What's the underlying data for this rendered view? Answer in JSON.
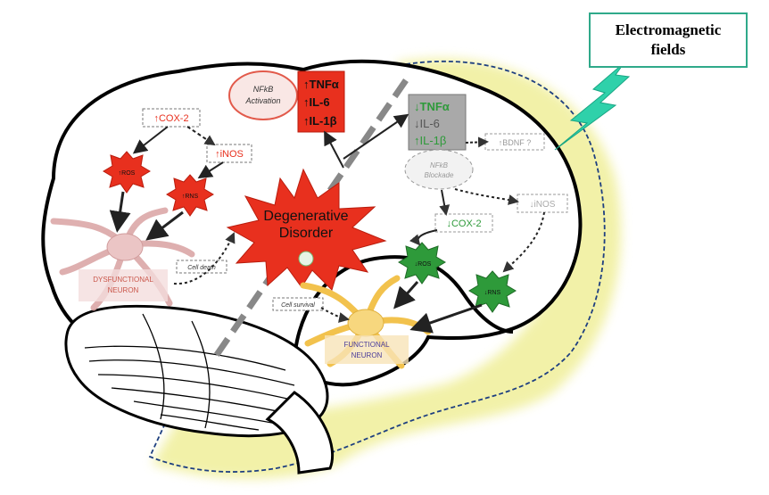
{
  "emf_box": {
    "line1": "Electromagnetic",
    "line2": "fields"
  },
  "center": {
    "line1": "Degenerative",
    "line2": "Disorder"
  },
  "nfkb_activation": {
    "line1": "NFkB",
    "line2": "Activation"
  },
  "cytokines_up": {
    "tnf": "TNFα",
    "il6": "IL-6",
    "il1": "IL-1β",
    "arrow": "↑"
  },
  "cytokines_mod": {
    "tnf": "TNFα",
    "il6": "IL-6",
    "il1": "IL-1β",
    "down": "↓",
    "up": "↑"
  },
  "nfkb_blockade": {
    "line1": "NFkB",
    "line2": "Blockade"
  },
  "left_labels": {
    "cox2": "COX-2",
    "inos": "iNOS",
    "ros": "ROS",
    "rns": "RNS",
    "up": "↑"
  },
  "right_labels": {
    "bdnf": "BDNF ?",
    "cox2": "COX-2",
    "inos": "iNOS",
    "ros": "ROS",
    "rns": "RNS",
    "up": "↑",
    "down": "↓"
  },
  "neurons": {
    "dysfunctional_line1": "DYSFUNCTIONAL",
    "dysfunctional_line2": "NEURON",
    "functional_line1": "FUNCTIONAL",
    "functional_line2": "NEURON"
  },
  "notes": {
    "cell_death": "Cell death",
    "cell_survival": "Cell survival"
  },
  "colors": {
    "red": "#e8301e",
    "green": "#2e9a3a",
    "grey": "#a9a9a9",
    "halo": "#f4f3a8",
    "emf": "#2fc7a0"
  }
}
